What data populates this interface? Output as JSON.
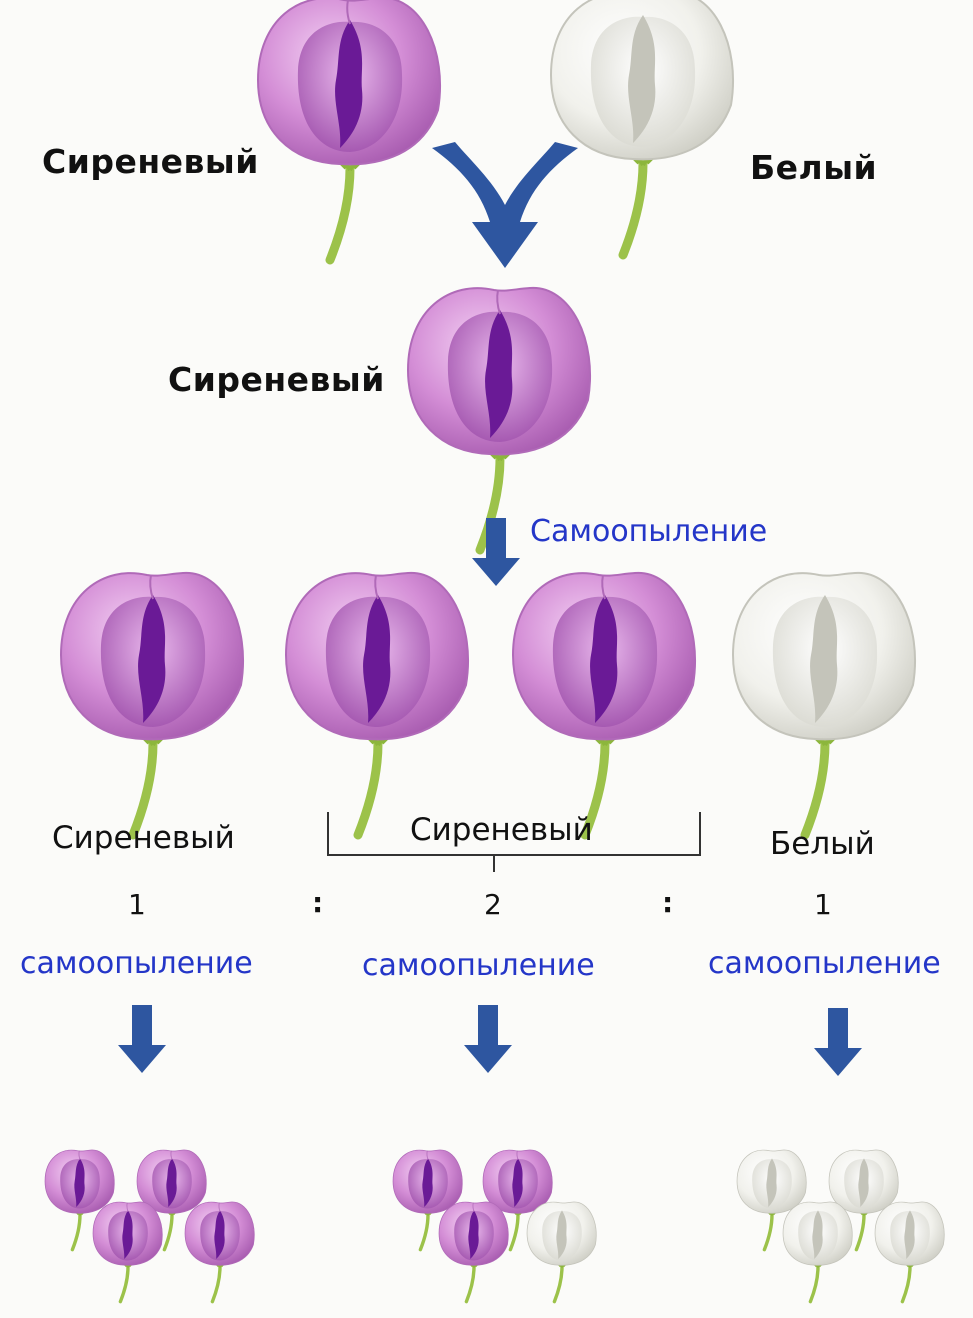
{
  "colors": {
    "lilac_base": "#c77ccc",
    "lilac_light": "#efc3ef",
    "lilac_dark": "#6a1a96",
    "white_base": "#ecece6",
    "white_light": "#ffffff",
    "white_dark": "#b9b9b0",
    "stem": "#9cc24a",
    "arrow": "#2e56a0",
    "label_blue": "#2436c8"
  },
  "parents": {
    "left_label": "Сиреневый",
    "right_label": "Белый"
  },
  "f1": {
    "label": "Сиреневый",
    "process_label": "Самоопыление"
  },
  "f2": {
    "label_1": "Сиреневый",
    "label_2": "Сиреневый",
    "label_3": "Белый",
    "ratio": [
      "1",
      ":",
      "2",
      ":",
      "1"
    ]
  },
  "f3": {
    "process_labels": [
      "самоопыление",
      "самоопыление",
      "самоопыление"
    ]
  },
  "icons": {
    "flower": "sweet-pea-flower-icon",
    "arrow": "down-arrow-icon",
    "merge_arrow": "merge-arrow-icon"
  }
}
